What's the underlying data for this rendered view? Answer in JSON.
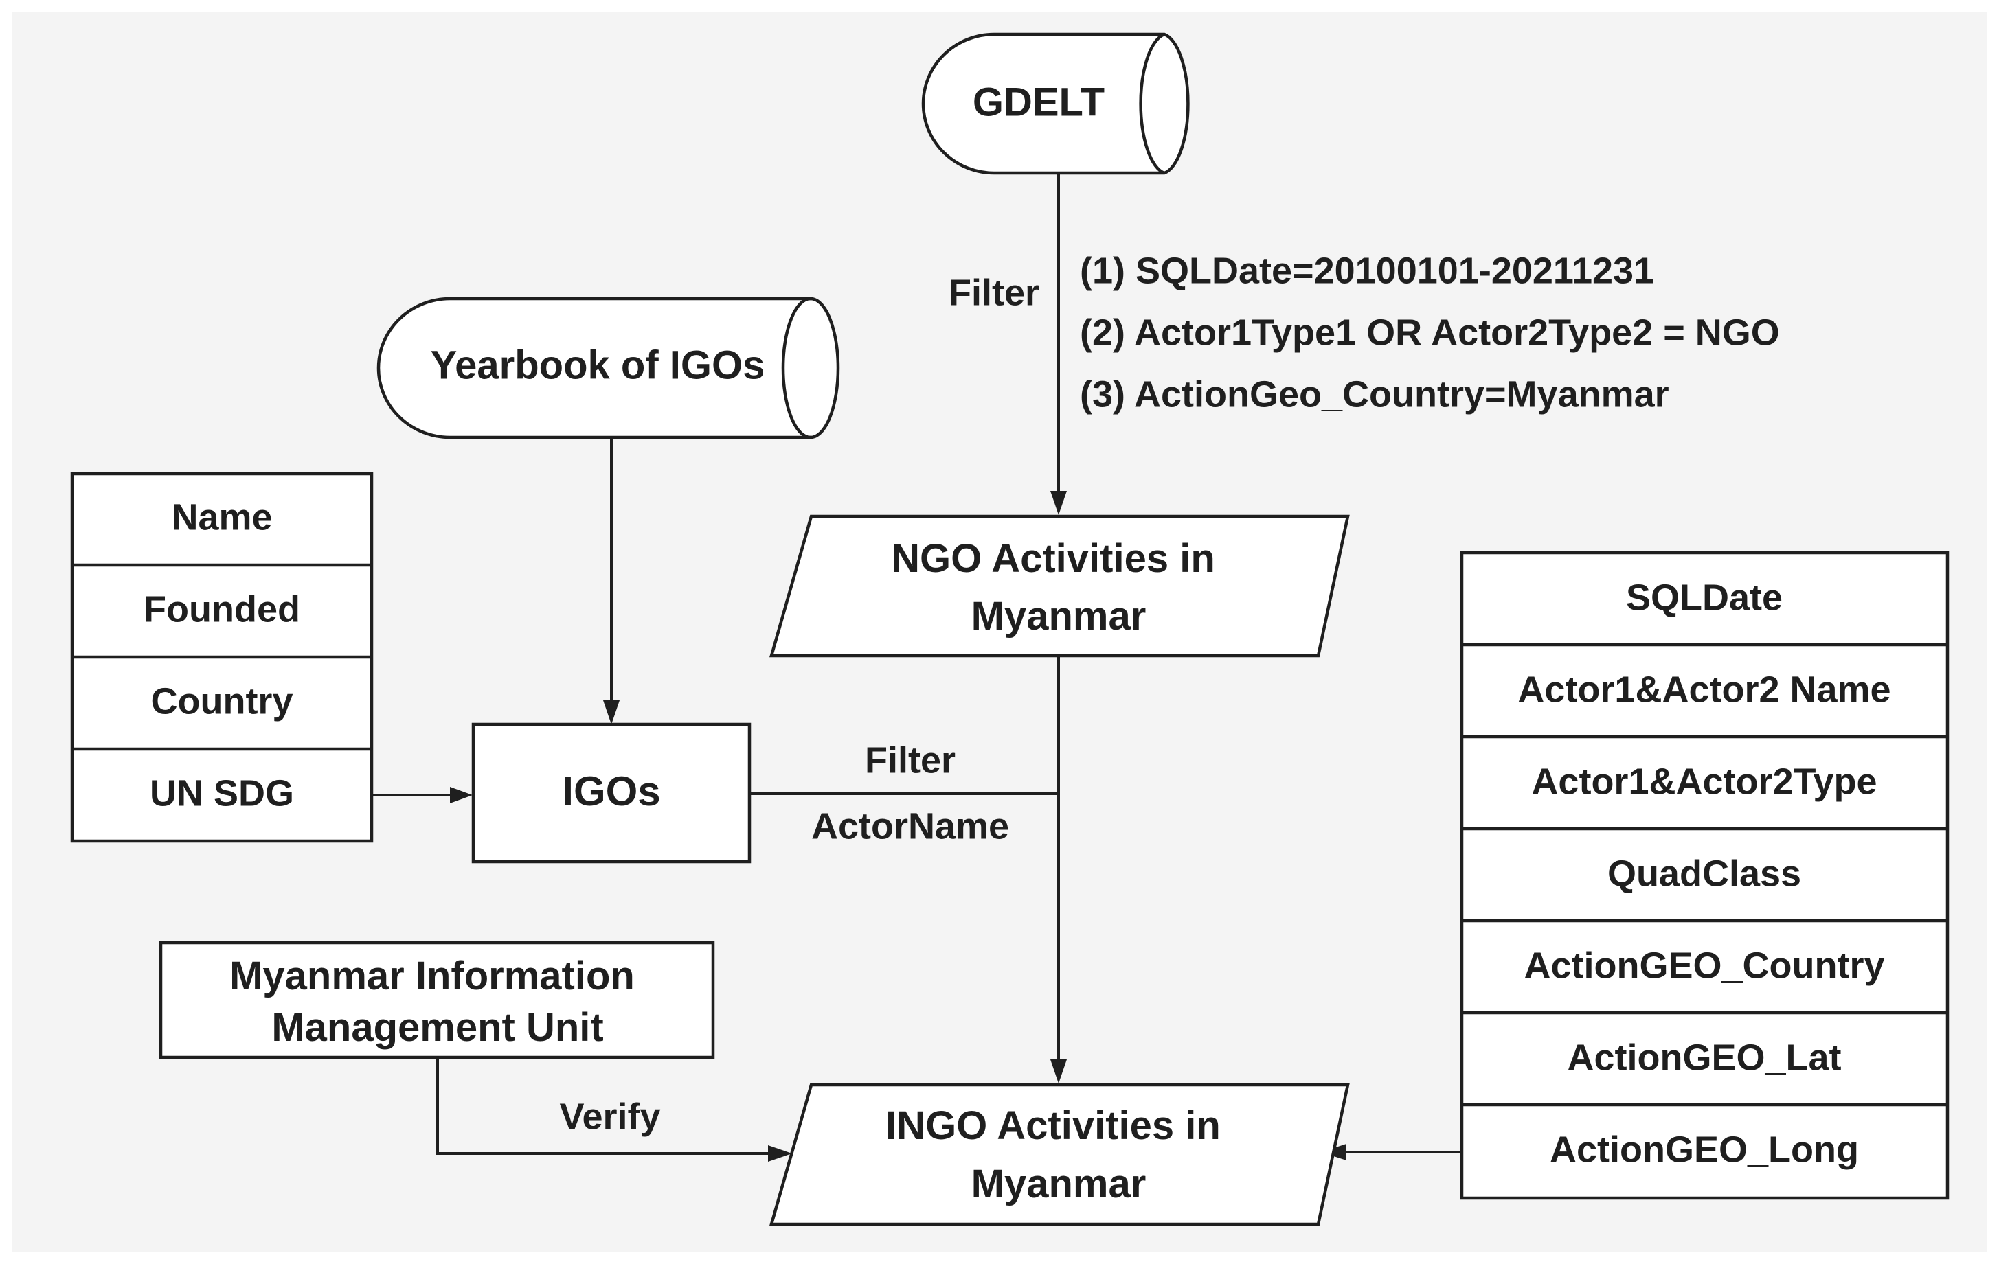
{
  "colors": {
    "background": "#f4f4f4",
    "shape_fill": "#ffffff",
    "stroke": "#1f1f1f",
    "text": "#1f1f1f"
  },
  "nodes": {
    "gdelt": "GDELT",
    "yearbook": "Yearbook of IGOs",
    "igos": "IGOs",
    "ngo_activities": [
      "NGO Activities in",
      "Myanmar"
    ],
    "ingo_activities": [
      "INGO Activities in",
      "Myanmar"
    ],
    "mimu": [
      "Myanmar Information",
      "Management Unit"
    ]
  },
  "igo_fields": [
    "Name",
    "Founded",
    "Country",
    "UN SDG"
  ],
  "gdelt_fields": [
    "SQLDate",
    "Actor1&Actor2 Name",
    "Actor1&Actor2Type",
    "QuadClass",
    "ActionGEO_Country",
    "ActionGEO_Lat",
    "ActionGEO_Long"
  ],
  "edge_labels": {
    "filter_gdelt": "Filter",
    "filter_actor": "Filter",
    "actor_name": "ActorName",
    "verify": "Verify"
  },
  "filter_conditions": [
    "(1) SQLDate=20100101-20211231",
    "(2) Actor1Type1 OR Actor2Type2 = NGO",
    "(3) ActionGeo_Country=Myanmar"
  ]
}
